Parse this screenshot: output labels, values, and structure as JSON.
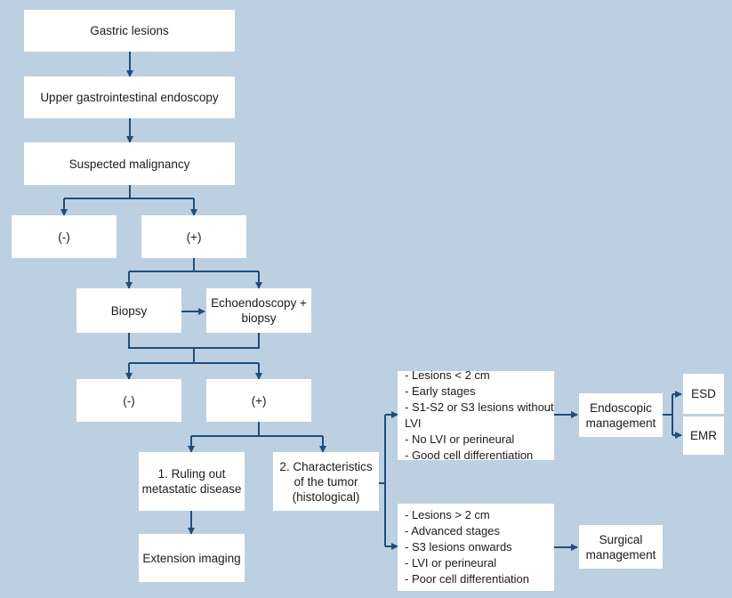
{
  "nodes": {
    "gastric_lesions": "Gastric lesions",
    "upper_gi_endoscopy": "Upper gastrointestinal endoscopy",
    "suspected_malignancy": "Suspected malignancy",
    "negative_1": "(-)",
    "positive_1": "(+)",
    "biopsy": "Biopsy",
    "echoendoscopy_biopsy": [
      "Echoendoscopy +",
      "biopsy"
    ],
    "negative_2": "(-)",
    "positive_2": "(+)",
    "ruling_out": [
      "1. Ruling out",
      "metastatic disease"
    ],
    "extension_imaging": "Extension imaging",
    "characteristics": [
      "2. Characteristics",
      "of the tumor",
      "(histological)"
    ],
    "small_lesions": [
      "- Lesions < 2 cm",
      "- Early stages",
      "- S1-S2 or S3 lesions without LVI",
      "- No LVI or perineural",
      "- Good cell differentiation"
    ],
    "large_lesions": [
      "- Lesions > 2 cm",
      "- Advanced stages",
      "- S3 lesions onwards",
      "- LVI or perineural",
      "- Poor cell differentiation"
    ],
    "endoscopic_management": [
      "Endoscopic",
      "management"
    ],
    "esd": "ESD",
    "emr": "EMR",
    "surgical_management": [
      "Surgical",
      "management"
    ]
  },
  "colors": {
    "background": "#bcd0e2",
    "box": "#ffffff",
    "connector": "#1f4e79"
  }
}
